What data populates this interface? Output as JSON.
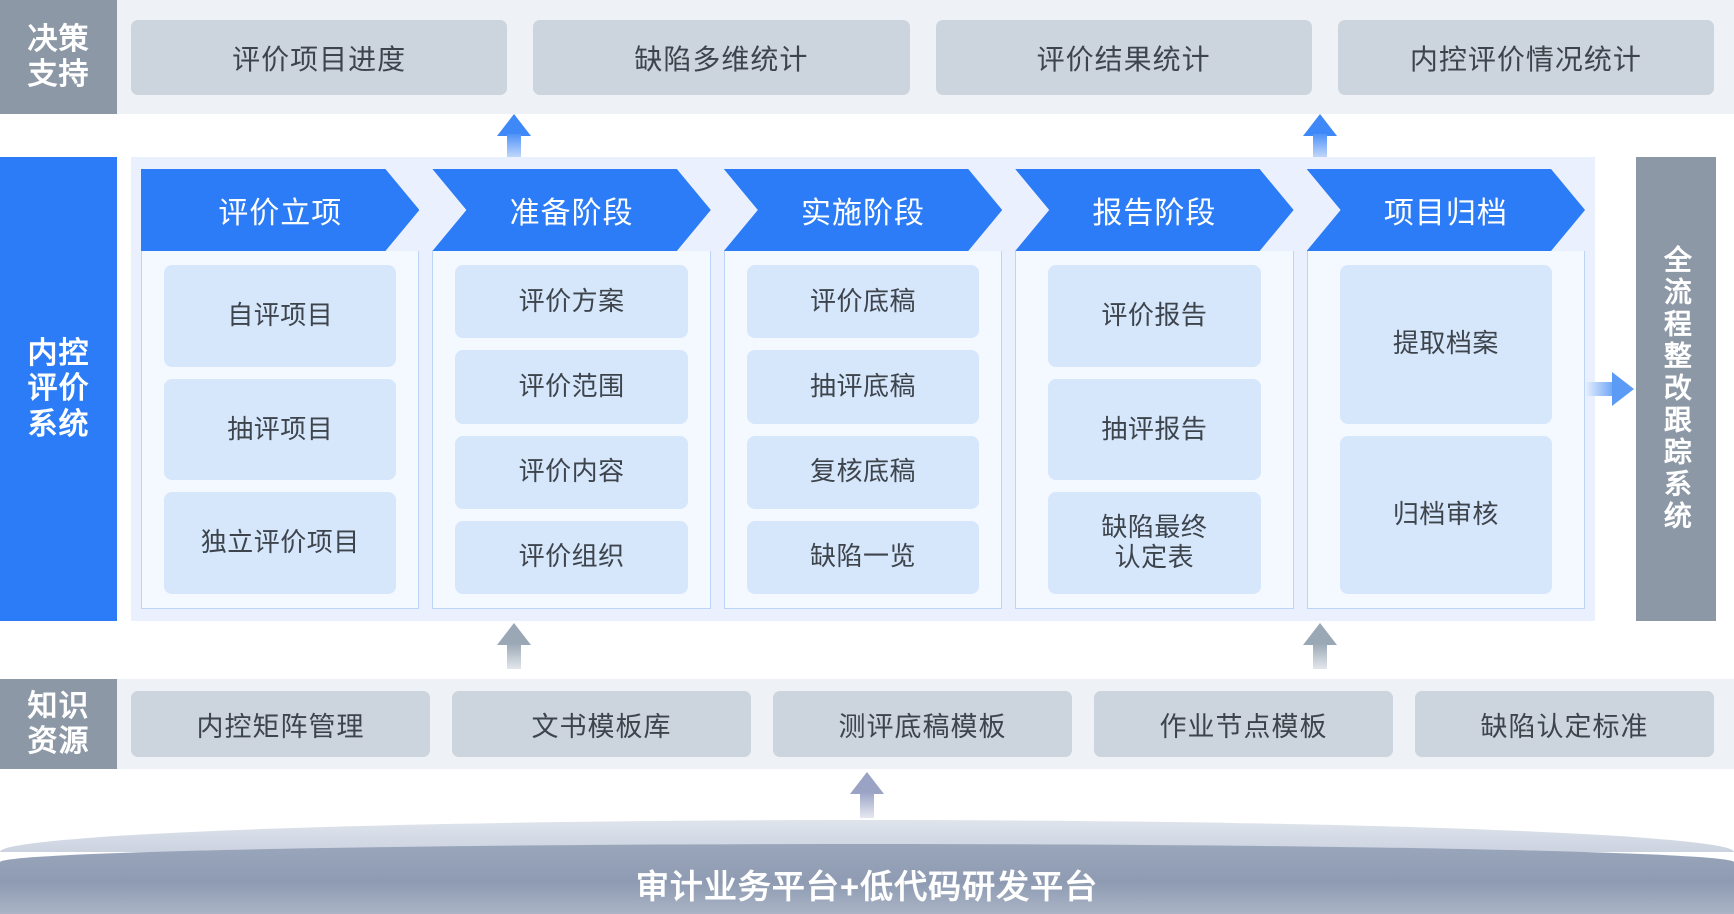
{
  "colors": {
    "accent_blue": "#2b7cf6",
    "slate_gray": "#8d98a6",
    "card_gray": "#ccd4de",
    "card_blue": "#d6e6fb",
    "band_gray_bg": "#eef1f5",
    "band_blue_bg": "#eaf0fe"
  },
  "decision": {
    "label": "决策\n支持",
    "label_lines": [
      "决策",
      "支持"
    ],
    "cards": [
      {
        "label": "评价项目进度"
      },
      {
        "label": "缺陷多维统计"
      },
      {
        "label": "评价结果统计"
      },
      {
        "label": "内控评价情况统计"
      }
    ]
  },
  "core": {
    "label_lines": [
      "内控",
      "评价",
      "系统"
    ],
    "stages": [
      {
        "title": "评价立项",
        "items": [
          "自评项目",
          "抽评项目",
          "独立评价项目"
        ]
      },
      {
        "title": "准备阶段",
        "items": [
          "评价方案",
          "评价范围",
          "评价内容",
          "评价组织"
        ]
      },
      {
        "title": "实施阶段",
        "items": [
          "评价底稿",
          "抽评底稿",
          "复核底稿",
          "缺陷一览"
        ]
      },
      {
        "title": "报告阶段",
        "items": [
          "评价报告",
          "抽评报告",
          "缺陷最终\n认定表"
        ]
      },
      {
        "title": "项目归档",
        "items": [
          "提取档案",
          "归档审核"
        ]
      }
    ]
  },
  "tracking": {
    "label": "全流程整改跟踪系统"
  },
  "knowledge": {
    "label_lines": [
      "知识",
      "资源"
    ],
    "cards": [
      {
        "label": "内控矩阵管理"
      },
      {
        "label": "文书模板库"
      },
      {
        "label": "测评底稿模板"
      },
      {
        "label": "作业节点模板"
      },
      {
        "label": "缺陷认定标准"
      }
    ]
  },
  "platform": {
    "label": "审计业务平台+低代码研发平台"
  },
  "arrows": {
    "up_to_decision_1": "arrow-up-icon",
    "up_to_decision_2": "arrow-up-icon",
    "up_from_knowledge_1": "arrow-up-icon",
    "up_from_knowledge_2": "arrow-up-icon",
    "up_from_platform": "arrow-up-icon",
    "right_to_tracking": "arrow-right-icon"
  }
}
